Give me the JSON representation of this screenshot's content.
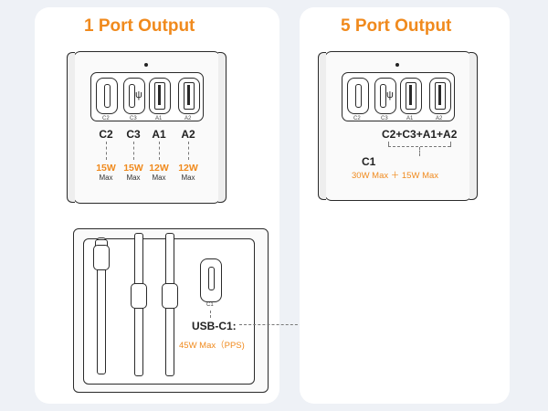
{
  "headings": {
    "left": "1 Port Output",
    "right": "5 Port Output"
  },
  "colors": {
    "accent": "#f08a1d",
    "outline": "#2a2a2a",
    "panel": "#ffffff",
    "background": "#eef1f6"
  },
  "device_ports": {
    "small_labels": [
      "C2",
      "C3",
      "A1",
      "A2"
    ],
    "usb_glyph": "ψ"
  },
  "one_port": {
    "ports": [
      {
        "label": "C2",
        "watts": "15W",
        "max": "Max"
      },
      {
        "label": "C3",
        "watts": "15W",
        "max": "Max"
      },
      {
        "label": "A1",
        "watts": "12W",
        "max": "Max"
      },
      {
        "label": "A2",
        "watts": "12W",
        "max": "Max"
      }
    ]
  },
  "five_port": {
    "combo_label": "C2+C3+A1+A2",
    "c1_label": "C1",
    "power": "30W Max ＋ 15W Max"
  },
  "back_view": {
    "port_small_label": "C1",
    "name": "USB-C1:",
    "power": "45W Max（PPS)"
  }
}
